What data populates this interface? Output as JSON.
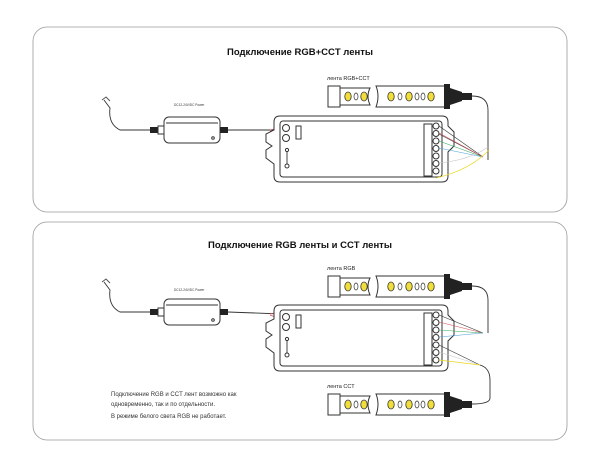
{
  "panel1": {
    "title": "Подключение RGB+CCT ленты",
    "strip_label": "лента RGB+CCT",
    "power_label": "DC12-24V/DC Power"
  },
  "panel2": {
    "title": "Подключение RGB ленты и CCT ленты",
    "strip_rgb_label": "лента RGB",
    "strip_cct_label": "лента CCT",
    "power_label": "DC12-24V/DC Power",
    "note_line1": "Подключение RGB и CCT лент возможно как",
    "note_line2": "одновременно, так и по отдельности.",
    "note_line3": "В режиме белого света RGB не работает."
  },
  "colors": {
    "led": "#f1de3a",
    "wire_red": "#d0505a",
    "wire_green": "#3aa860",
    "wire_blue": "#4aa0d8",
    "wire_yellow": "#e8d820",
    "wire_white": "#c8c8c8",
    "border": "#9a9a9a"
  }
}
